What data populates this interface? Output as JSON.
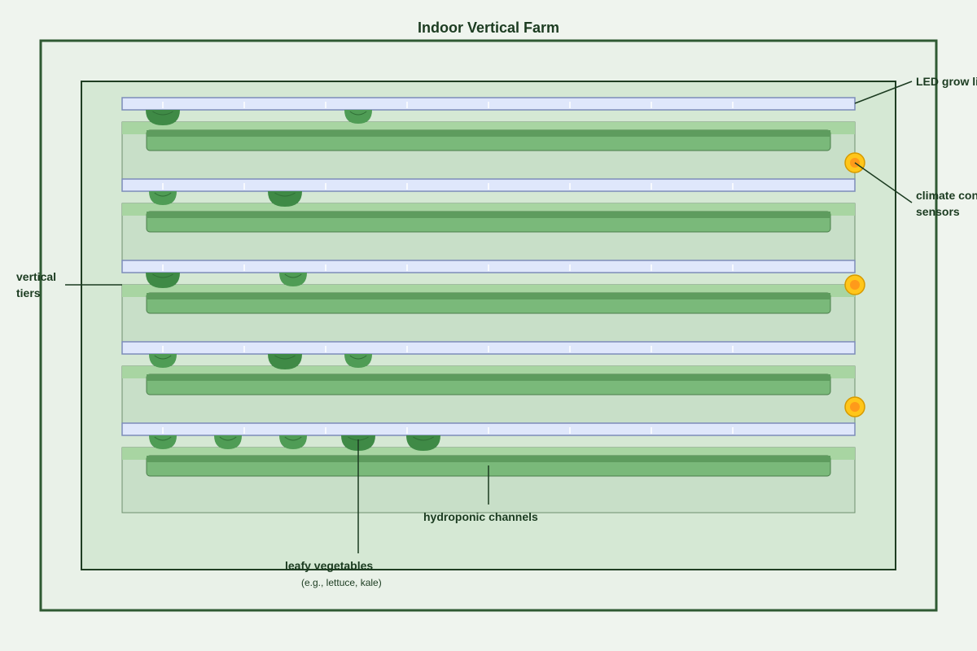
{
  "title": "Indoor Vertical Farm",
  "labels": {
    "led_line1": "LED grow lights",
    "climate_line1": "climate control",
    "climate_line2": "sensors",
    "tiers_line1": "vertical",
    "tiers_line2": "tiers",
    "hydro": "hydroponic channels",
    "veg_line1": "leafy vegetables",
    "veg_line2": "(e.g., lettuce, kale)"
  },
  "tiers": [
    {
      "plants": [
        {
          "slot": 1,
          "size": "large"
        },
        {
          "slot": 4,
          "size": "small"
        }
      ]
    },
    {
      "plants": [
        {
          "slot": 1,
          "size": "small"
        },
        {
          "slot": 2,
          "size": "large"
        }
      ]
    },
    {
      "plants": [
        {
          "slot": 1,
          "size": "large"
        },
        {
          "slot": 3,
          "size": "small"
        }
      ]
    },
    {
      "plants": [
        {
          "slot": 1,
          "size": "small"
        },
        {
          "slot": 2,
          "size": "large"
        },
        {
          "slot": 4,
          "size": "small"
        }
      ]
    },
    {
      "plants": [
        {
          "slot": 1,
          "size": "small"
        },
        {
          "slot": 2,
          "size": "small"
        },
        {
          "slot": 3,
          "size": "small"
        },
        {
          "slot": 4,
          "size": "large"
        },
        {
          "slot": 5,
          "size": "large"
        }
      ]
    }
  ],
  "sensor_tiers": [
    1,
    3,
    4
  ],
  "colors": {
    "frame": "#2f5a33",
    "room_fill": "#d5e8d4",
    "tray_fill": "#c8dfc8",
    "tray_top": "#a8d5a2",
    "channel": "#7ab97a",
    "channel_top": "#5e9c5e",
    "led_fill": "#dfe7fb",
    "led_stroke": "#7d8cba",
    "plant": "#3f8a46",
    "plant_light": "#4f9c55",
    "sensor_outer": "#ffc61a",
    "sensor_inner": "#ff9a1a"
  }
}
